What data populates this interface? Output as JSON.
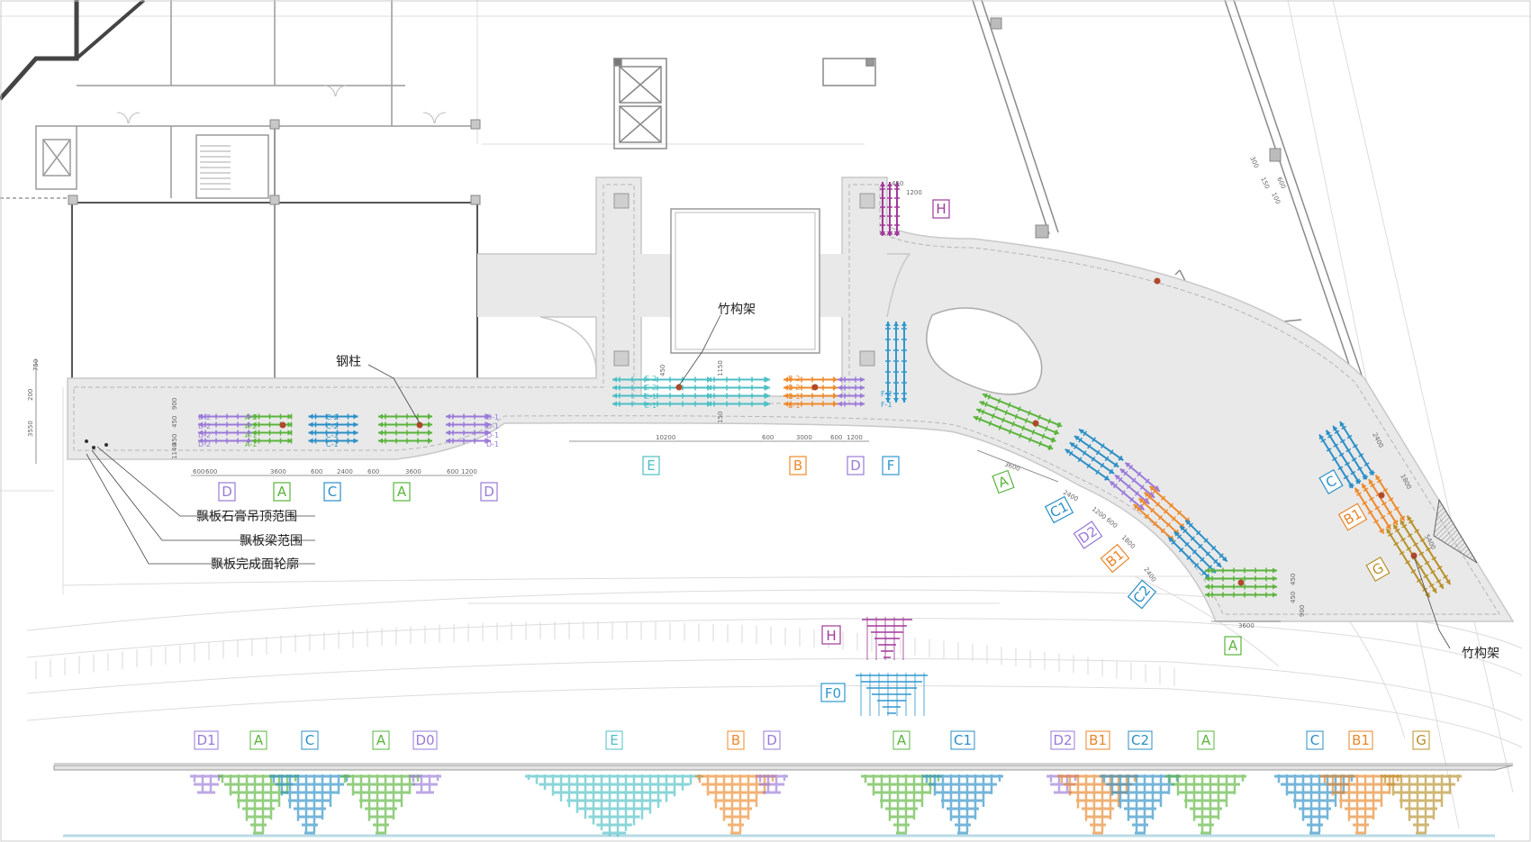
{
  "colors": {
    "A": "#5ab43c",
    "B": "#ee8a2c",
    "B1": "#e8862a",
    "C": "#2b8fc6",
    "C1": "#2b8fc6",
    "C2": "#2b8fc6",
    "D": "#9a7ad8",
    "D0": "#9a7ad8",
    "D1": "#9a7ad8",
    "D2": "#9a7ad8",
    "E": "#4cbfc4",
    "F": "#2e98d0",
    "F0": "#2e98d0",
    "G": "#b8902a",
    "H": "#a2389a",
    "slab": "#e9e9e9",
    "wall": "#333333",
    "column": "#b0482c"
  },
  "annotations": {
    "steel_column": "钢柱",
    "bamboo_frame_top": "竹构架",
    "bamboo_frame_right": "竹构架",
    "legend_ceiling": "飘板石膏吊顶范围",
    "legend_beam": "飘板梁范围",
    "legend_outline": "飘板完成面轮廓"
  },
  "left_strip": {
    "tags": [
      "D",
      "A",
      "C",
      "A",
      "D"
    ],
    "dims": [
      "600",
      "600",
      "3600",
      "600",
      "2400",
      "600",
      "3600",
      "600",
      "1200"
    ],
    "line_labels": [
      "D-2",
      "D-2",
      "D-2",
      "D-2",
      "A-2",
      "A-2",
      "A-1",
      "A-1",
      "C-2",
      "C-2",
      "C-1",
      "C-1",
      "D-1",
      "D-1",
      "D-1",
      "D-1"
    ],
    "vert_dims": [
      "3550",
      "200",
      "750",
      "900",
      "450",
      "450",
      "1140"
    ]
  },
  "middle_strip": {
    "tags": [
      "E",
      "B",
      "D",
      "F"
    ],
    "dims": [
      "10200",
      "600",
      "3000",
      "600",
      "1200"
    ],
    "line_labels": [
      "E-2",
      "E-2",
      "E-1",
      "E-1",
      "B-2",
      "B-2",
      "B-1",
      "B-1",
      "F-2",
      "F-1"
    ],
    "vert_dims": [
      "450",
      "1150",
      "150"
    ]
  },
  "h_zone": {
    "tag": "H",
    "dims": [
      "450",
      "1200"
    ]
  },
  "curve_tags": [
    "A",
    "C1",
    "D2",
    "B1",
    "C2"
  ],
  "curve_dims": [
    "3600",
    "2400",
    "1200",
    "600",
    "1800",
    "2400",
    "3600",
    "450",
    "450",
    "900"
  ],
  "right_tags": [
    "C",
    "B1",
    "G"
  ],
  "right_dims": [
    "2400",
    "1800",
    "5400"
  ],
  "bottom_tag_A": "A",
  "top_right_dims": [
    "300",
    "150",
    "600",
    "100"
  ],
  "legend_blocks": {
    "H": "H",
    "F0": "F0"
  },
  "bottom_row": [
    "D1",
    "A",
    "C",
    "A",
    "D0",
    "E",
    "B",
    "D",
    "A",
    "C1",
    "D2",
    "B1",
    "C2",
    "A",
    "C",
    "B1",
    "G"
  ]
}
